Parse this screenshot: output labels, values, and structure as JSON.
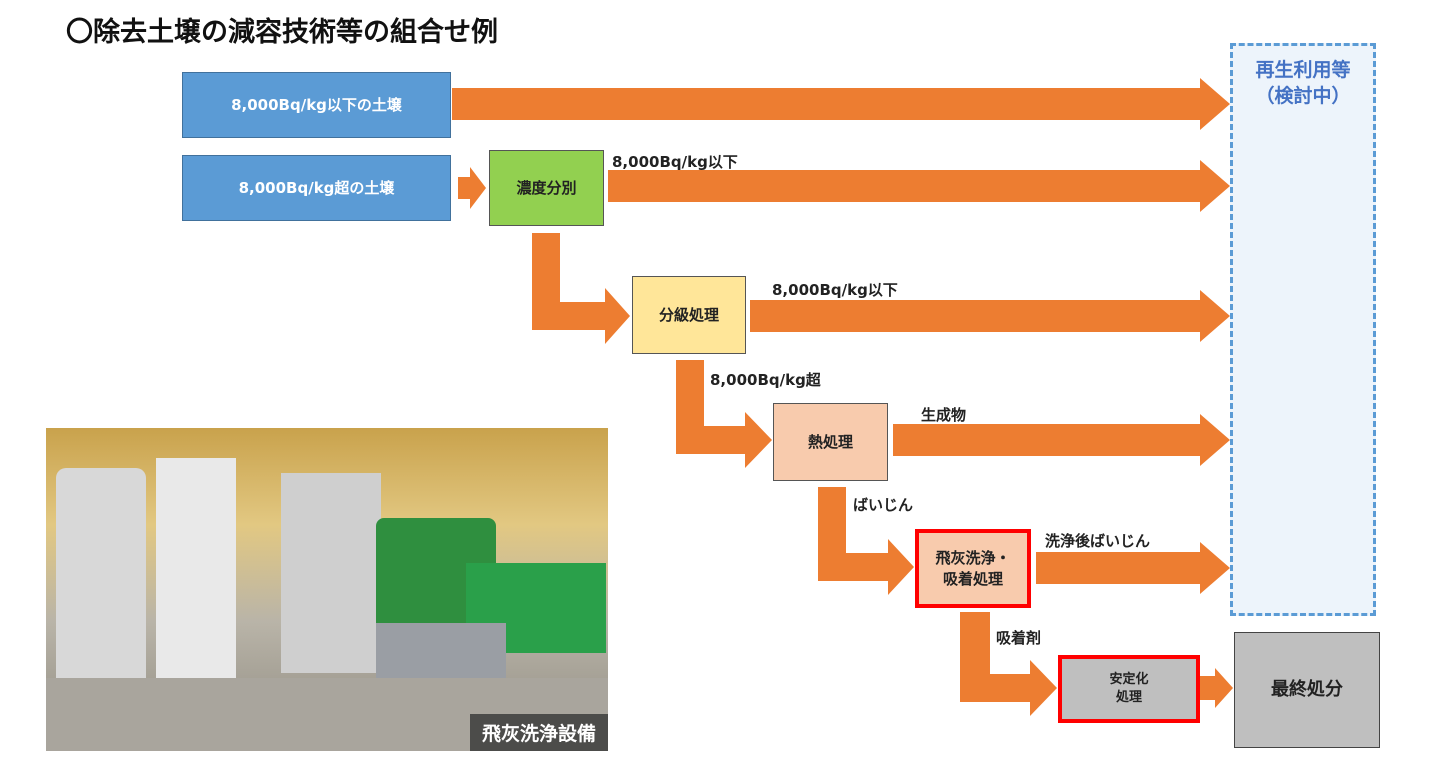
{
  "title": "〇除去土壌の減容技術等の組合せ例",
  "boxes": {
    "soil_low": "8,000Bq/kg以下の土壌",
    "soil_high": "8,000Bq/kg超の土壌",
    "concentration_sorting": "濃度分別",
    "classification": "分級処理",
    "thermal": "熱処理",
    "flyash_line1": "飛灰洗浄・",
    "flyash_line2": "吸着処理",
    "stabilize_line1": "安定化",
    "stabilize_line2": "処理",
    "final_disposal": "最終処分",
    "reuse_line1": "再生利用等",
    "reuse_line2": "（検討中）"
  },
  "labels": {
    "below1": "8,000Bq/kg以下",
    "below2": "8,000Bq/kg以下",
    "above": "8,000Bq/kg超",
    "product": "生成物",
    "dust": "ばいじん",
    "washed_dust": "洗浄後ばいじん",
    "adsorbent": "吸着剤"
  },
  "photo_caption": "飛灰洗浄設備",
  "colors": {
    "arrow": "#ed7d31",
    "blue": "#5b9bd5",
    "green": "#92d050",
    "yellow": "#ffe699",
    "peach": "#f8cbad",
    "gray": "#bfbfbf",
    "red": "#ff0000",
    "dashed": "#5b9bd5"
  }
}
